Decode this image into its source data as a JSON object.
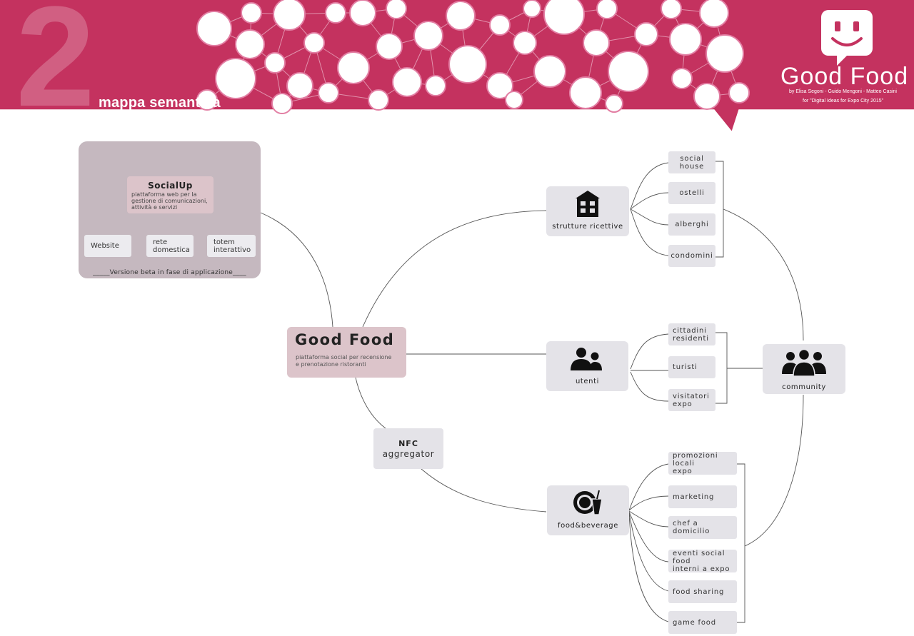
{
  "header": {
    "number": "2",
    "section_title": "mappa semantica",
    "logo_title": "Good Food",
    "credits": "by  Elisa Segoni - Guido Mengoni - Matteo Casini",
    "credits_for": "for \"Digital Ideas for Expo City 2015\"",
    "colors": {
      "banner": "#c4325f",
      "bubble": "#ffffff"
    }
  },
  "socialup": {
    "title": "SocialUp",
    "description": [
      "piattaforma web per la",
      "gestione di comunicazioni,",
      "attività e servizi"
    ],
    "items": [
      {
        "label": [
          "Website"
        ]
      },
      {
        "label": [
          "rete",
          "domestica"
        ]
      },
      {
        "label": [
          "totem",
          "interattivo"
        ]
      }
    ],
    "note": "_____Versione beta in fase di applicazione____"
  },
  "core": {
    "title": "Good Food",
    "description": [
      "piattaforma social per recensione",
      "e prenotazione ristoranti"
    ]
  },
  "nfc": {
    "title": "NFC",
    "subtitle": "aggregator"
  },
  "hubs": {
    "strutture": {
      "label": "strutture ricettive",
      "icon": "building-icon"
    },
    "utenti": {
      "label": "utenti",
      "icon": "users-icon"
    },
    "food": {
      "label": "food&beverage",
      "icon": "plate-cup-icon"
    },
    "community": {
      "label": "community",
      "icon": "community-icon"
    }
  },
  "strutture_items": [
    [
      "social house"
    ],
    [
      "ostelli"
    ],
    [
      "alberghi"
    ],
    [
      "condomini"
    ]
  ],
  "utenti_items": [
    [
      "cittadini",
      "residenti"
    ],
    [
      "turisti"
    ],
    [
      "visitatori",
      "expo"
    ]
  ],
  "food_items": [
    [
      "promozioni locali",
      "expo"
    ],
    [
      "marketing"
    ],
    [
      "chef a domicilio"
    ],
    [
      "eventi social food",
      "interni a expo"
    ],
    [
      "food sharing"
    ],
    [
      "game food"
    ]
  ],
  "colors": {
    "pink_box": "#dcc4ca",
    "panel": "#c5b8bf",
    "gray_box": "#e4e3e8",
    "line": "#555555"
  }
}
